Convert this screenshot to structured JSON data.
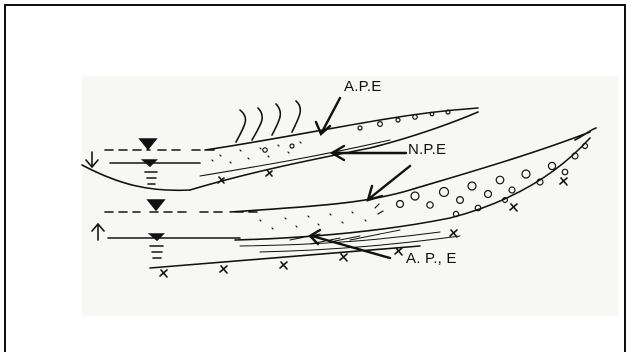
{
  "labels": {
    "ape_top": "A.P.E",
    "npe": "N.P.E",
    "ape_bottom": "A. P., E"
  },
  "colors": {
    "ink": "#111111",
    "paper": "#f7f7f5",
    "frame": "#111111"
  }
}
